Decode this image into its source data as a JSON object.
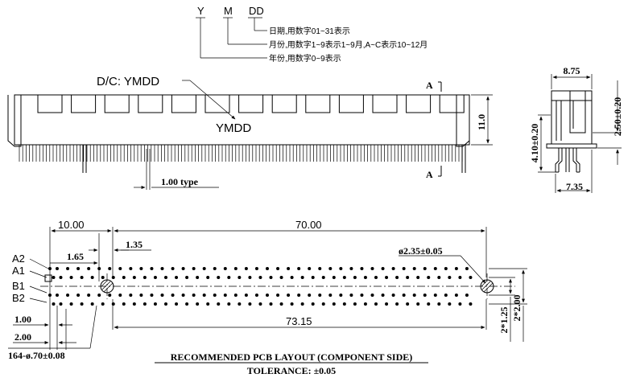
{
  "date_code": {
    "letters": {
      "y": "Y",
      "m": "M",
      "dd": "DD"
    },
    "legend_dd": "日期,用数字01~31表示",
    "legend_m": "月份,用数字1~9表示1~9月,A~C表示10~12月",
    "legend_y": "年份,用数字0~9表示",
    "marking_label": "D/C: YMDD",
    "marking_value": "YMDD"
  },
  "front_view": {
    "section_marker": "A",
    "height_dim": "11.0",
    "pitch_dim": "1.00 type"
  },
  "side_view": {
    "width_dim": "8.75",
    "left_height_dim": "4.10±0.20",
    "right_height_dim": "2.50±0.20",
    "bottom_dim": "7.35"
  },
  "pcb_layout": {
    "dim_10": "10.00",
    "dim_70": "70.00",
    "dim_135": "1.35",
    "dim_165": "1.65",
    "hole_dim": "ø2.35±0.05",
    "row_labels": [
      "A2",
      "A1",
      "B1",
      "B2"
    ],
    "dim_100": "1.00",
    "dim_200": "2.00",
    "dim_7315": "73.15",
    "dim_2x125": "2*1.25",
    "dim_2x200": "2*2.00",
    "pin_note": "164-ø.70±0.08",
    "title": "RECOMMENDED PCB LAYOUT (COMPONENT SIDE)",
    "tolerance": "TOLERANCE: ±0.05"
  }
}
